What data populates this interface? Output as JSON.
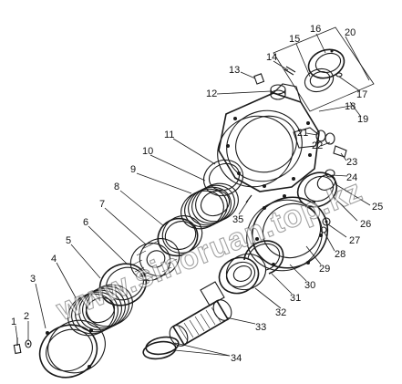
{
  "watermark": "www.sinoruan.top.kz",
  "labels": [
    "1",
    "2",
    "3",
    "4",
    "5",
    "6",
    "7",
    "8",
    "9",
    "10",
    "11",
    "12",
    "13",
    "14",
    "15",
    "16",
    "17",
    "18",
    "19",
    "20",
    "21",
    "22",
    "23",
    "24",
    "25",
    "26",
    "27",
    "28",
    "29",
    "30",
    "31",
    "32",
    "33",
    "34",
    "35"
  ]
}
